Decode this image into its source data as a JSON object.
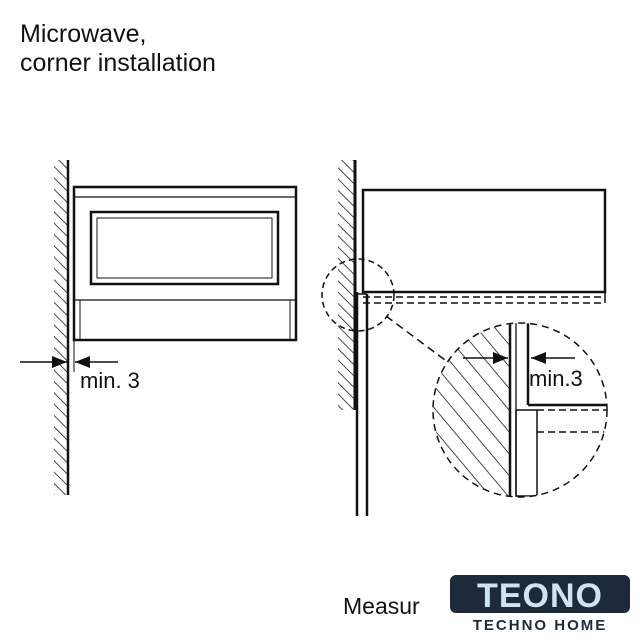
{
  "title": {
    "line1": "Microwave,",
    "line2": "corner installation"
  },
  "left_view": {
    "dimension_label": "min. 3"
  },
  "right_view": {
    "detail_dimension_label": "min.3"
  },
  "footer": {
    "caption": "Measur"
  },
  "logo": {
    "brand": "TEONO",
    "tagline": "TECHNO HOME",
    "color": "#1c2a3a"
  }
}
